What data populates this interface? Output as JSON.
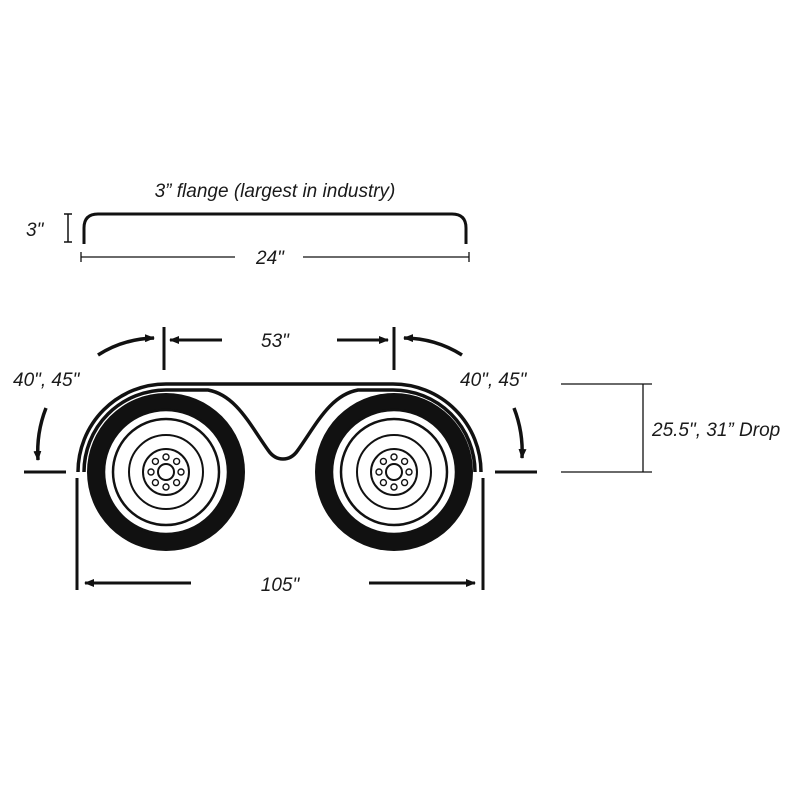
{
  "diagram": {
    "flange_label": "3” flange (largest in industry)",
    "flange_height": "3\"",
    "flange_width": "24\"",
    "wheel_spacing": "53\"",
    "left_arc_sizes": "40\", 45\"",
    "right_arc_sizes": "40\", 45\"",
    "drop_heights": "25.5\", 31” Drop",
    "overall_length": "105\""
  }
}
